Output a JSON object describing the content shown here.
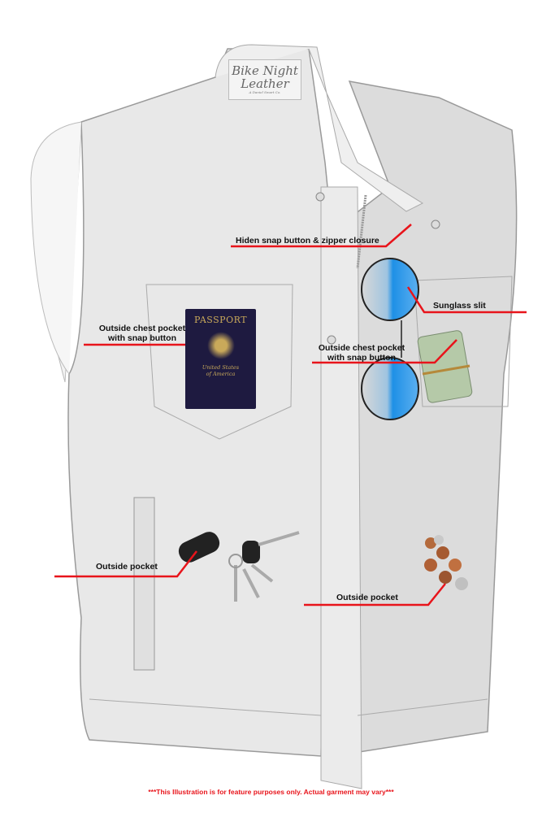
{
  "brand_logo": {
    "line1": "Bike Night",
    "line2": "Leather",
    "tagline": "A Daniel Smart Co."
  },
  "passport": {
    "title": "PASSPORT",
    "country_line1": "United States",
    "country_line2": "of America"
  },
  "callouts": {
    "zipper": "Hiden snap button & zipper closure",
    "sunglass": "Sunglass slit",
    "chest_pocket_left": [
      "Outside chest pocket",
      "with snap button"
    ],
    "chest_pocket_right": [
      "Outside chest pocket",
      "with snap button"
    ],
    "outside_pocket_left": "Outside pocket",
    "outside_pocket_right": "Outside pocket"
  },
  "disclaimer": "***This Illustration is for feature purposes only. Actual garment may vary***",
  "colors": {
    "callout_line": "#e8141b",
    "disclaimer": "#e8141b",
    "vest": "#e6e6e6",
    "vest_outline": "#9a9a9a"
  }
}
